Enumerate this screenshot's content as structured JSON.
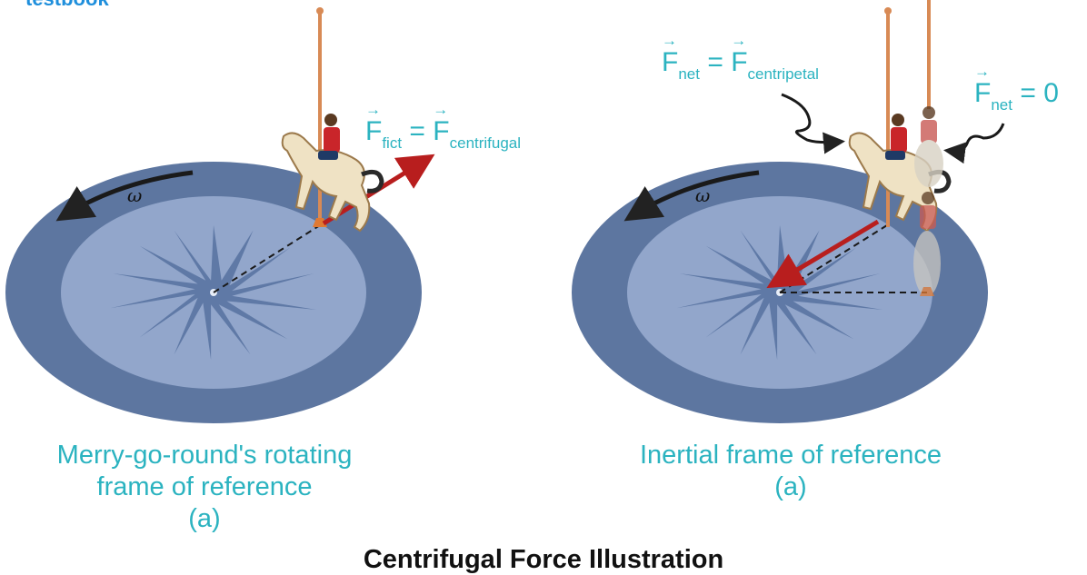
{
  "brand": {
    "logo_text": "testbook"
  },
  "left_panel": {
    "caption_line1": "Merry-go-round's rotating",
    "caption_line2": "frame of reference",
    "caption_line3": "(a)",
    "omega_label": "ω",
    "equation": {
      "lhs": "F",
      "lhs_sub": "fict",
      "op": "=",
      "rhs": "F",
      "rhs_sub": "centrifugal"
    }
  },
  "right_panel": {
    "caption_line1": "Inertial frame of reference",
    "caption_line2": "(a)",
    "omega_label": "ω",
    "equation_a": {
      "lhs": "F",
      "lhs_sub": "net",
      "op": "=",
      "rhs": "F",
      "rhs_sub": "centripetal"
    },
    "equation_b": {
      "lhs": "F",
      "lhs_sub": "net",
      "op": "=",
      "rhs": "0"
    }
  },
  "footer": {
    "title": "Centrifugal Force Illustration"
  },
  "colors": {
    "disk_outer": "#5d76a0",
    "disk_inner": "#92a6cb",
    "star": "#5f79a6",
    "caption": "#2bb3c0",
    "force_arrow": "#b81e1e",
    "pole": "#d88a55"
  }
}
